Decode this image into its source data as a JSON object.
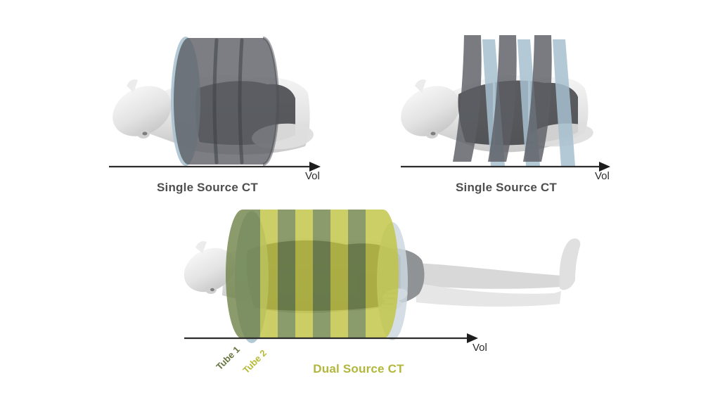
{
  "panels": {
    "single_wide": {
      "label": "Single Source CT",
      "axis_label": "Vol"
    },
    "single_sequential": {
      "label": "Single Source CT",
      "axis_label": "Vol"
    },
    "dual": {
      "label": "Dual Source CT",
      "axis_label": "Vol",
      "tube1": "Tube 1",
      "tube2": "Tube 2"
    }
  },
  "colors": {
    "scan_band_gray": "#5b5e64",
    "gantry_ring_blue": "#a7c0cf",
    "tube1_green": "#6e8348",
    "tube2_yellow": "#c0c33f",
    "single_label_gray": "#4e4e4e",
    "dual_label_green": "#b2b73b",
    "tube1_label_green": "#66743f",
    "tube2_label_yellow": "#b4ba36",
    "axis_dark": "#2c2c2c"
  }
}
